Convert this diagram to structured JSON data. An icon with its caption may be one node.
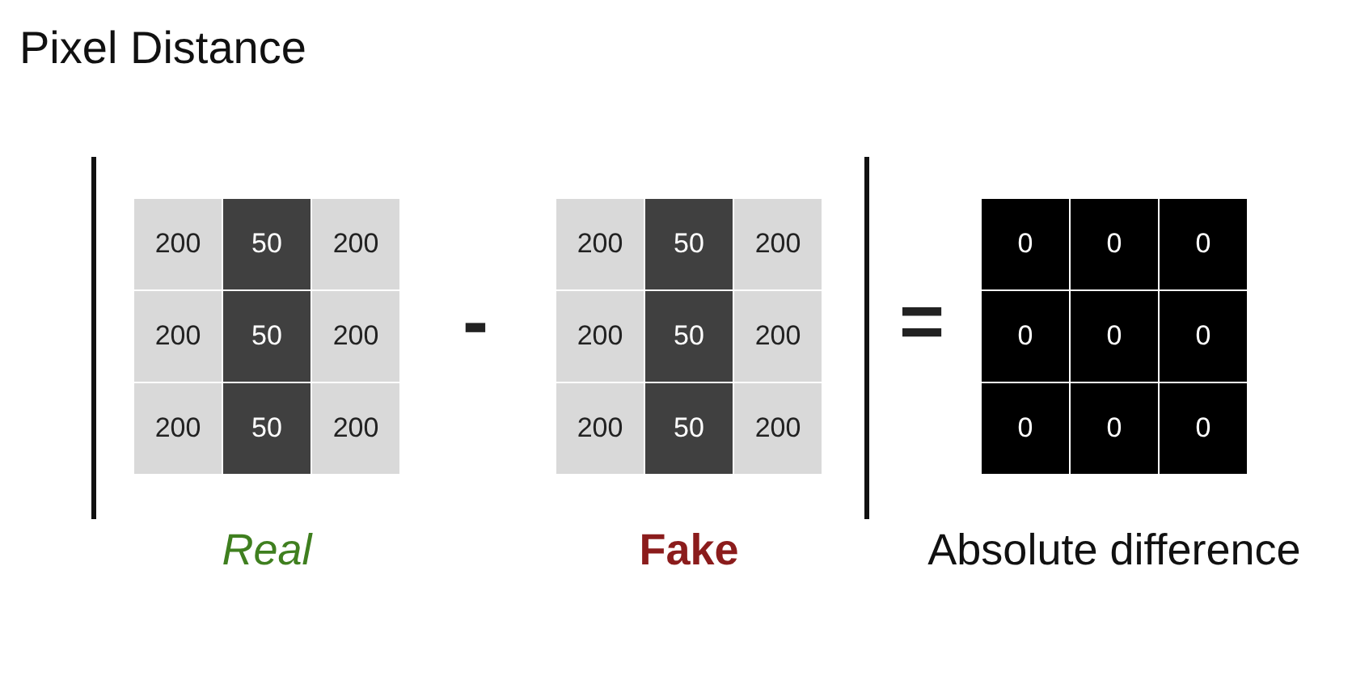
{
  "diagram": {
    "title": "Pixel Distance",
    "nodes": [
      {
        "text": [
          "Real"
        ]
      },
      {
        "text": [
          "200"
        ],
        "in": 0
      },
      {
        "text": [
          "50"
        ],
        "in": 0
      },
      {
        "text": [
          "200"
        ],
        "in": 0
      },
      {
        "text": [
          "200"
        ],
        "in": 0
      },
      {
        "text": [
          "50"
        ],
        "in": 0
      },
      {
        "text": [
          "200"
        ],
        "in": 0
      },
      {
        "text": [
          "200"
        ],
        "in": 0
      },
      {
        "text": [
          "50"
        ],
        "in": 0
      },
      {
        "text": [
          "200"
        ],
        "in": 0
      },
      {
        "text": [
          "Fake"
        ]
      },
      {
        "text": [
          "200"
        ],
        "in": 10
      },
      {
        "text": [
          "50"
        ],
        "in": 10
      },
      {
        "text": [
          "200"
        ],
        "in": 10
      },
      {
        "text": [
          "200"
        ],
        "in": 10
      },
      {
        "text": [
          "50"
        ],
        "in": 10
      },
      {
        "text": [
          "200"
        ],
        "in": 10
      },
      {
        "text": [
          "200"
        ],
        "in": 10
      },
      {
        "text": [
          "50"
        ],
        "in": 10
      },
      {
        "text": [
          "200"
        ],
        "in": 10
      },
      {
        "text": [
          "Absolute difference"
        ]
      },
      {
        "text": [
          "0"
        ],
        "in": 20
      },
      {
        "text": [
          "0"
        ],
        "in": 20
      },
      {
        "text": [
          "0"
        ],
        "in": 20
      },
      {
        "text": [
          "0"
        ],
        "in": 20
      },
      {
        "text": [
          "0"
        ],
        "in": 20
      },
      {
        "text": [
          "0"
        ],
        "in": 20
      },
      {
        "text": [
          "0"
        ],
        "in": 20
      },
      {
        "text": [
          "0"
        ],
        "in": 20
      },
      {
        "text": [
          "0"
        ],
        "in": 20
      }
    ],
    "labels": [
      "-",
      "="
    ]
  }
}
